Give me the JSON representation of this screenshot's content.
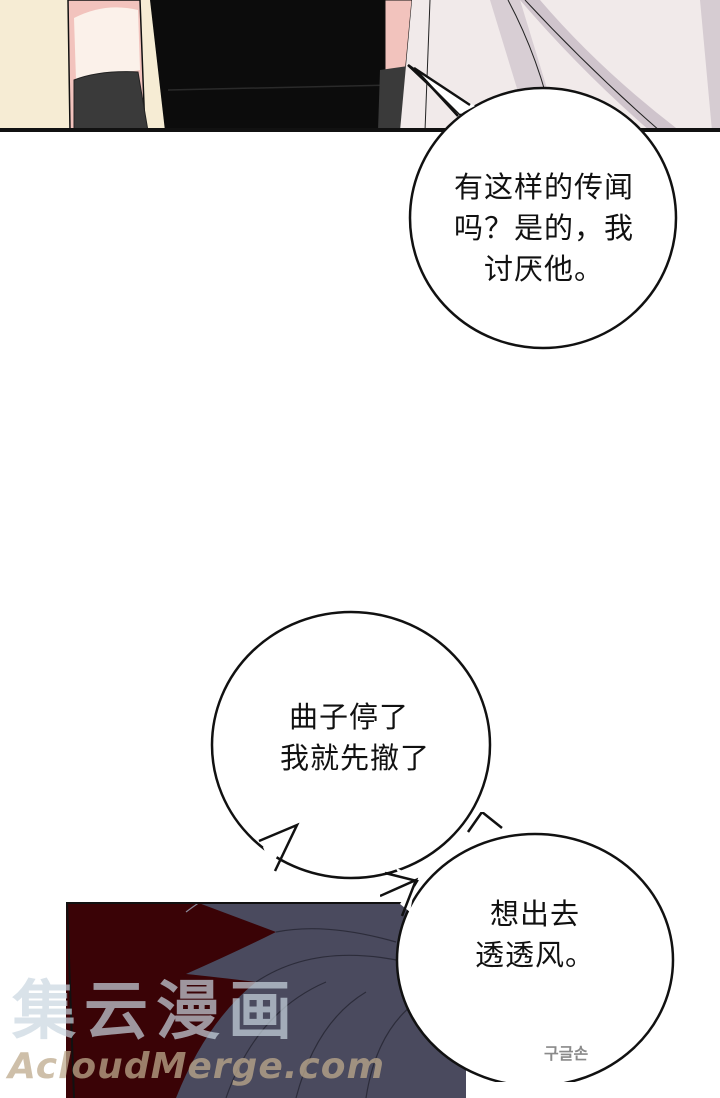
{
  "comic": {
    "panels": [
      {
        "id": "top-panel",
        "description": "Close-up of character in black dress with lace gloves, white veil/hair on right"
      },
      {
        "id": "bottom-panel",
        "description": "Dark red background with long dark grey-blue hair"
      }
    ],
    "bubbles": [
      {
        "id": "bubble-1",
        "lines": [
          "有这样的传闻",
          "吗？是的，我",
          "讨厌他。"
        ]
      },
      {
        "id": "bubble-2",
        "lines": [
          "曲子停了",
          "我就先撤了"
        ]
      },
      {
        "id": "bubble-3",
        "lines": [
          "想出去",
          "透透风。"
        ]
      }
    ],
    "watermark": {
      "logo_text": "集云漫画",
      "site_text": "AcloudMerge.com",
      "signature": "구글손"
    },
    "colors": {
      "panel_border": "#111111",
      "dress_black": "#0c0c0c",
      "skin_pink": "#f2c3bd",
      "background_cream": "#f6ecd4",
      "veil_white": "#f1eaea",
      "veil_shadow": "#cfc4cc",
      "lace_grey": "#3a3a3a",
      "dark_red_bg": "#3a0306",
      "hair_slate": "#4a4a5e",
      "watermark_blue": "#c9d6df",
      "watermark_tan": "#c8b89e"
    }
  }
}
